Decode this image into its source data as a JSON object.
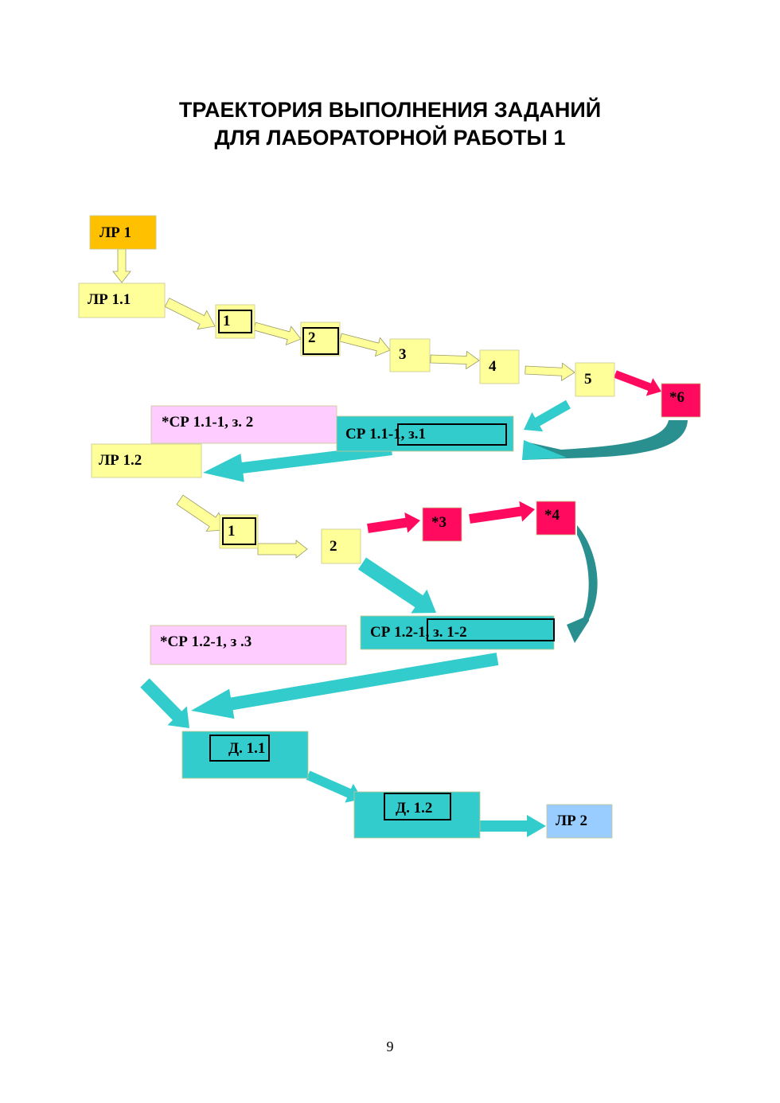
{
  "title": {
    "line1": "ТРАЕКТОРИЯ ВЫПОЛНЕНИЯ ЗАДАНИЙ",
    "line2": "ДЛЯ ЛАБОРАТОРНОЙ РАБОТЫ 1"
  },
  "colors": {
    "yellow": "#ffff99",
    "orange": "#ffc000",
    "pink": "#ff0a5e",
    "teal": "#33cccc",
    "dark_teal": "#2a8f8f",
    "lavender": "#ffccff",
    "blue": "#99ccff"
  },
  "nodes": {
    "lr1": "ЛР 1",
    "lr11": "ЛР 1.1",
    "t1": "1",
    "t2": "2",
    "t3": "3",
    "t4": "4",
    "t5": "5",
    "t6": "*6",
    "sr11_2": "*СР 1.1-1, з. 2",
    "sr11_1": "СР 1.1-1, з.1",
    "lr12": "ЛР 1.2",
    "u1": "1",
    "u2": "2",
    "u3": "*3",
    "u4": "*4",
    "sr12_3": "*СР 1.2-1, з .3",
    "sr12_12": "СР 1.2-1, з. 1-2",
    "d11": "Д. 1.1",
    "d12": "Д. 1.2",
    "lr2": "ЛР 2"
  },
  "page_number": "9"
}
